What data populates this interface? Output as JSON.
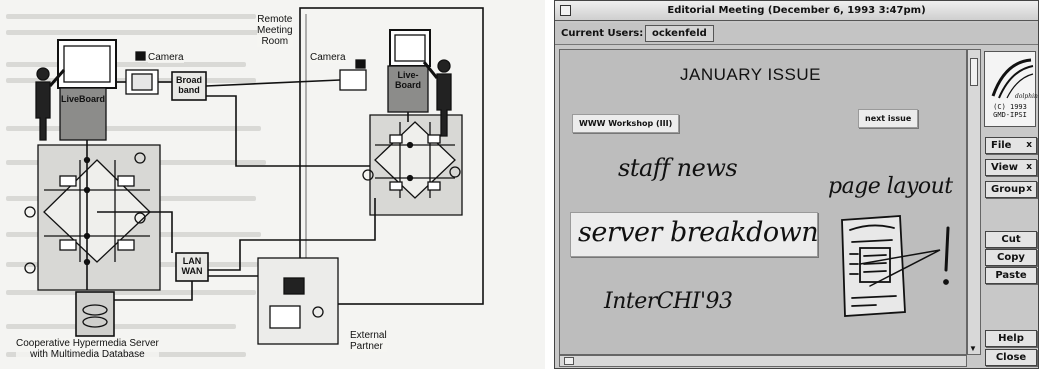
{
  "left_figure": {
    "labels": {
      "remote_room": "Remote\nMeeting\nRoom",
      "camera_left": "Camera",
      "camera_right": "Camera",
      "broadband": "Broad\nband",
      "liveboard_left": "LiveBoard",
      "liveboard_right": "Live-\nBoard",
      "lan_wan": "LAN\nWAN",
      "server": "Cooperative Hypermedia Server\nwith Multimedia Database",
      "external": "External\nPartner"
    }
  },
  "window": {
    "title": "Editorial Meeting (December 6, 1993  3:47pm)",
    "users_label": "Current Users:",
    "users_value": "ockenfeld",
    "canvas": {
      "heading": "JANUARY ISSUE",
      "card_www": "WWW Workshop (III)",
      "card_next": "next issue",
      "handwriting": {
        "staff": "staff news",
        "page": "page layout",
        "server": "server breakdown",
        "interchi": "InterCHI'93",
        "exclaim": "!"
      }
    },
    "logo": {
      "brand": "dolphin",
      "text": "(C) 1993\nGMD-IPSI"
    },
    "menus": [
      {
        "label": "File",
        "mark": "x"
      },
      {
        "label": "View",
        "mark": "x"
      },
      {
        "label": "Group",
        "mark": "x"
      }
    ],
    "buttons": {
      "cut": "Cut",
      "copy": "Copy",
      "paste": "Paste",
      "help": "Help",
      "close": "Close"
    }
  }
}
